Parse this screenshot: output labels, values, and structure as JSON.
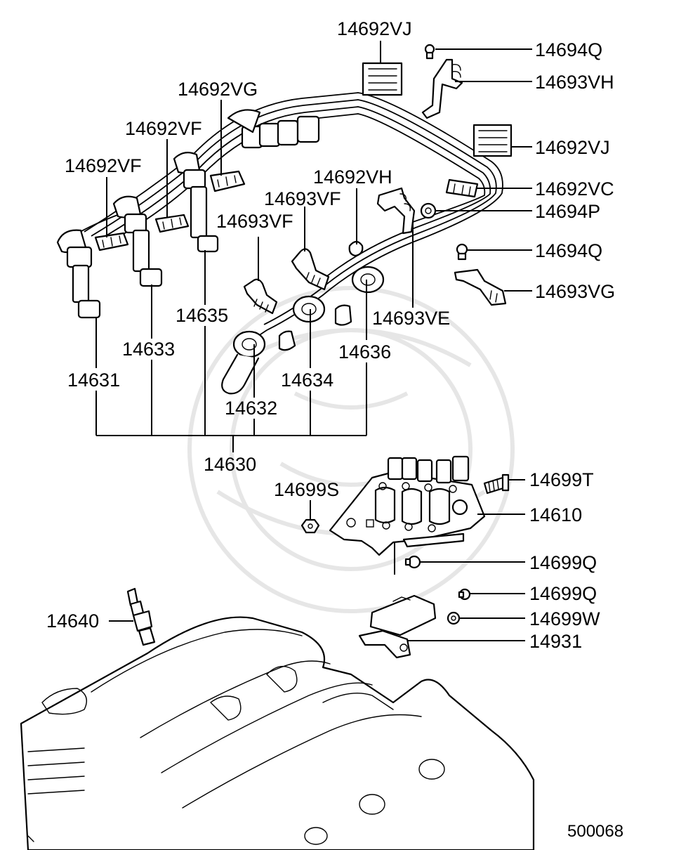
{
  "labels": {
    "l14692VJ_top": "14692VJ",
    "l14694Q_top": "14694Q",
    "l14693VH": "14693VH",
    "l14692VG": "14692VG",
    "l14692VF_mid": "14692VF",
    "l14692VJ_right": "14692VJ",
    "l14692VF_left": "14692VF",
    "l14692VH": "14692VH",
    "l14692VC": "14692VC",
    "l14693VF_upper": "14693VF",
    "l14694P": "14694P",
    "l14693VF_lower": "14693VF",
    "l14694Q_mid": "14694Q",
    "l14693VG": "14693VG",
    "l14635": "14635",
    "l14693VE": "14693VE",
    "l14633": "14633",
    "l14636": "14636",
    "l14631": "14631",
    "l14634": "14634",
    "l14632": "14632",
    "l14630": "14630",
    "l14699T": "14699T",
    "l14699S": "14699S",
    "l14610": "14610",
    "l14699Q_upper": "14699Q",
    "l14699Q_lower": "14699Q",
    "l14640": "14640",
    "l14699W": "14699W",
    "l14931": "14931",
    "diagram_number": "500068"
  }
}
